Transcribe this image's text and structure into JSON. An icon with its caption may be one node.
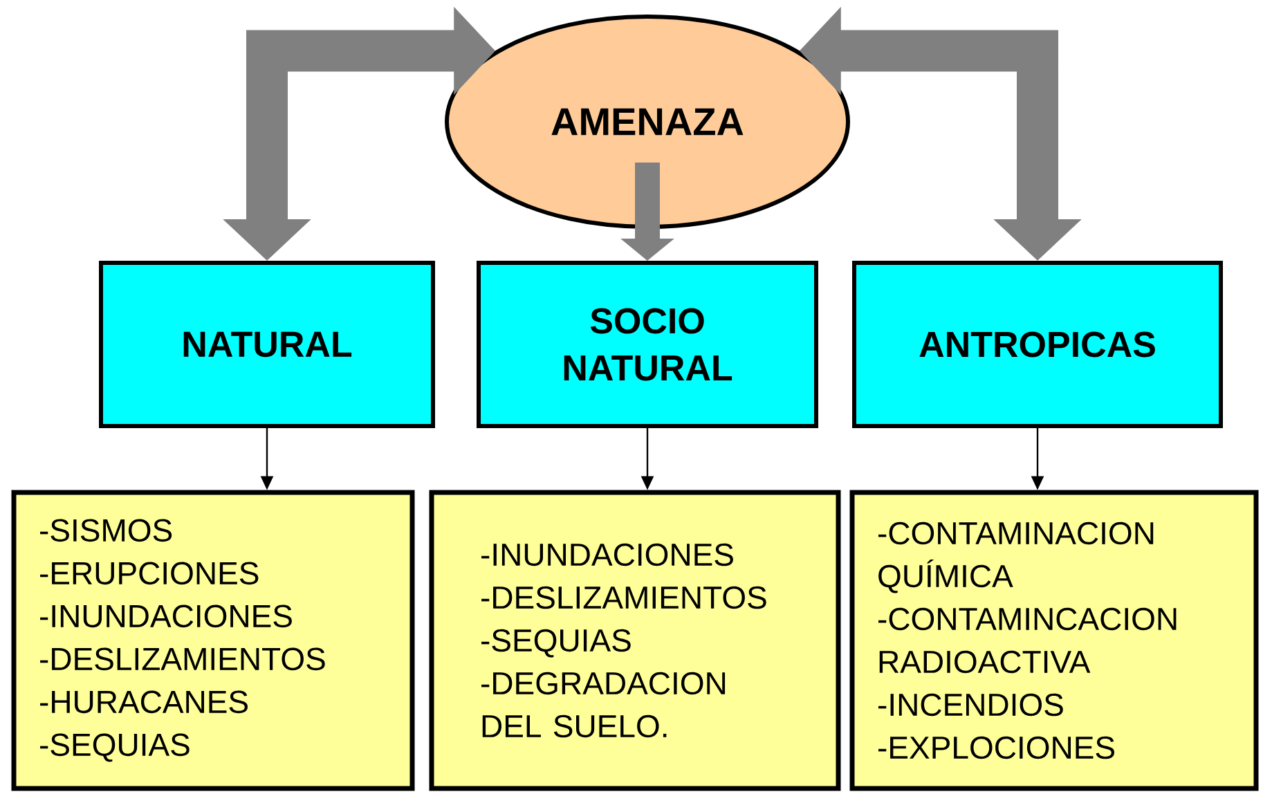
{
  "diagram": {
    "nodes": [
      {
        "text": [
          "AMENAZA"
        ]
      },
      {
        "text": [
          "NATURAL"
        ]
      },
      {
        "text": [
          "SOCIO NATURAL"
        ]
      },
      {
        "text": [
          "ANTROPICAS"
        ]
      },
      {
        "text": [
          "-SISMOS",
          "-ERUPCIONES",
          "-INUNDACIONES",
          "-DESLIZAMIENTOS",
          "-HURACANES",
          "-SEQUIAS"
        ]
      },
      {
        "text": [
          "-INUNDACIONES",
          "-DESLIZAMIENTOS",
          "-SEQUIAS",
          "-DEGRADACION DEL SUELO."
        ]
      },
      {
        "text": [
          "-CONTAMINACION QUÍMICA",
          "-CONTAMINCACION RADIOACTIVA",
          "-INCENDIOS",
          "-EXPLOCIONES"
        ]
      }
    ],
    "edges": [
      {
        "from": 0,
        "to": 1,
        "arrow": "both",
        "style": "thick",
        "color": "#808080"
      },
      {
        "from": 0,
        "to": 2,
        "arrow": "to",
        "style": "thick",
        "color": "#808080"
      },
      {
        "from": 0,
        "to": 3,
        "arrow": "both",
        "style": "thick",
        "color": "#808080"
      },
      {
        "from": 1,
        "to": 4,
        "arrow": "to",
        "color": "#000000"
      },
      {
        "from": 2,
        "to": 5,
        "arrow": "to",
        "color": "#000000"
      },
      {
        "from": 3,
        "to": 6,
        "arrow": "to",
        "color": "#000000"
      }
    ]
  }
}
